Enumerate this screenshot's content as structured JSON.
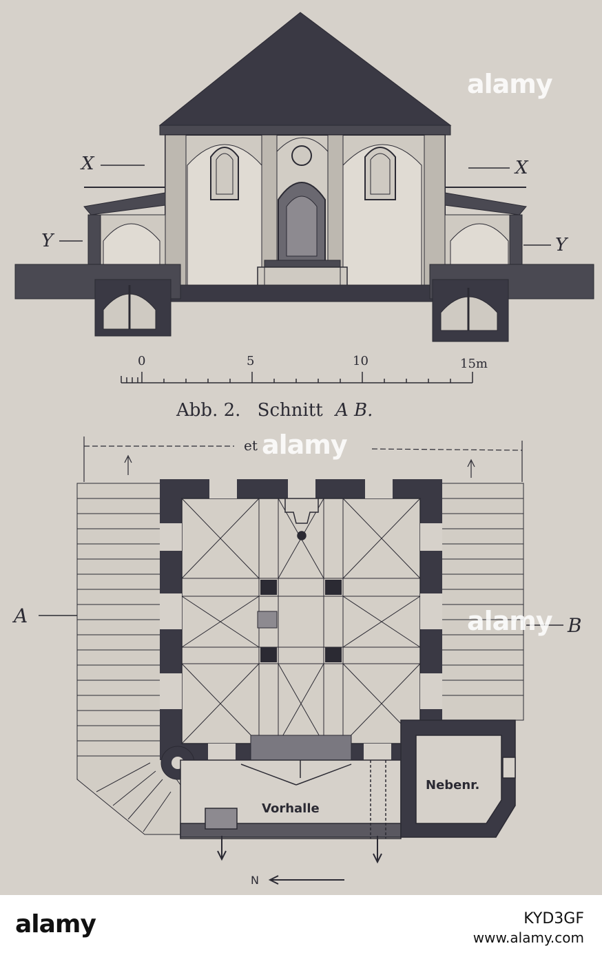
{
  "section": {
    "marker_x_left": "X",
    "marker_x_right": "X",
    "marker_y_left": "Y",
    "marker_y_right": "Y"
  },
  "scale": {
    "ticks": [
      "0",
      "5",
      "10",
      "15m"
    ]
  },
  "caption": {
    "fig": "Abb. 2.",
    "title": "Schnitt",
    "ref": "A B."
  },
  "plan": {
    "marker_a": "A",
    "marker_b": "B",
    "top_dim_text": "et",
    "room_vorhalle": "Vorhalle",
    "room_nebenr": "Nebenr.",
    "north_label": "N"
  },
  "watermark": {
    "text": "alamy"
  },
  "footer": {
    "logo": "alamy",
    "image_id": "KYD3GF",
    "url": "www.alamy.com"
  },
  "colors": {
    "paper": "#d6d1ca",
    "ink": "#2b2a33",
    "ink_light": "#5a5860",
    "footer_bg": "#ffffff"
  }
}
